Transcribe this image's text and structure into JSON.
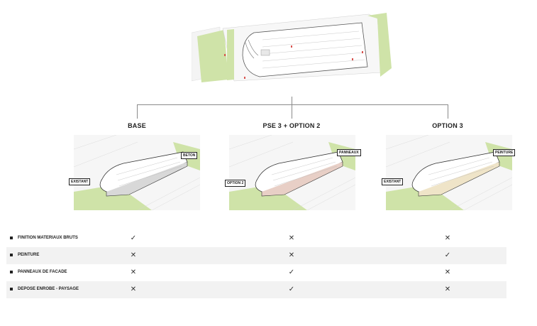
{
  "options": [
    {
      "title": "BASE",
      "tags": [
        "BETON",
        "EXISTANT"
      ]
    },
    {
      "title": "PSE 3 + OPTION 2",
      "tags": [
        "PANNEAUX",
        "OPTION 2"
      ]
    },
    {
      "title": "OPTION 3",
      "tags": [
        "PEINTURE",
        "EXISTANT"
      ]
    }
  ],
  "rows": [
    {
      "label": "FINITION MATERIAUX BRUTS",
      "marks": [
        "check",
        "cross",
        "cross"
      ]
    },
    {
      "label": "PEINTURE",
      "marks": [
        "cross",
        "cross",
        "check"
      ]
    },
    {
      "label": "PANNEAUX DE FACADE",
      "marks": [
        "cross",
        "check",
        "cross"
      ]
    },
    {
      "label": "DEPOSE ENROBE - PAYSAGE",
      "marks": [
        "cross",
        "check",
        "cross"
      ]
    }
  ],
  "symbols": {
    "check": "✓",
    "cross": "✕"
  },
  "colors": {
    "green": "#cfe3a8",
    "line": "#9a9a9a",
    "shade": "#f2f2f2",
    "accent_red": "#d9534f"
  }
}
